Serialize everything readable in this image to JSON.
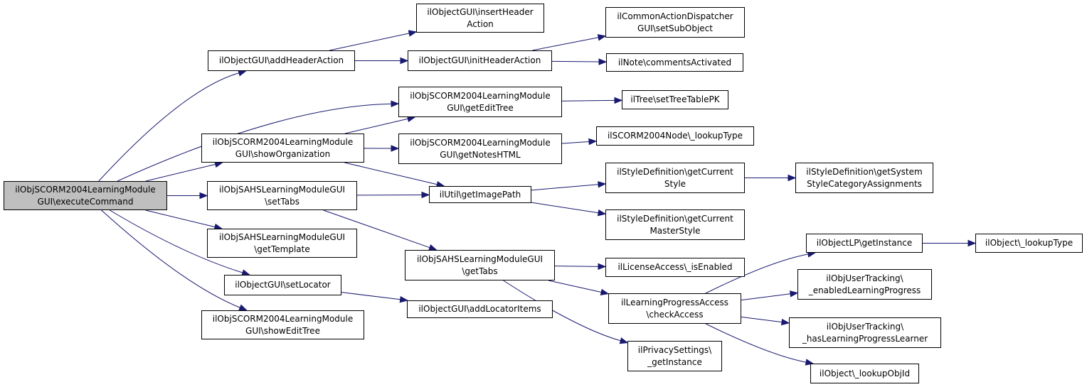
{
  "colors": {
    "edge": "#191970",
    "root_fill": "#bfbfbf",
    "node_fill": "#ffffff",
    "border": "#000000"
  },
  "nodes": {
    "root": [
      "ilObjSCORM2004LearningModule",
      "GUI\\executeCommand"
    ],
    "addHeaderAction": [
      "ilObjectGUI\\addHeaderAction"
    ],
    "showOrganization": [
      "ilObjSCORM2004LearningModule",
      "GUI\\showOrganization"
    ],
    "setTabs": [
      "ilObjSAHSLearningModuleGUI",
      "\\setTabs"
    ],
    "getTemplate": [
      "ilObjSAHSLearningModuleGUI",
      "\\getTemplate"
    ],
    "setLocator": [
      "ilObjectGUI\\setLocator"
    ],
    "showEditTree": [
      "ilObjSCORM2004LearningModule",
      "GUI\\showEditTree"
    ],
    "insertHeaderAction": [
      "ilObjectGUI\\insertHeader",
      "Action"
    ],
    "initHeaderAction": [
      "ilObjectGUI\\initHeaderAction"
    ],
    "getEditTree": [
      "ilObjSCORM2004LearningModule",
      "GUI\\getEditTree"
    ],
    "getNotesHTML": [
      "ilObjSCORM2004LearningModule",
      "GUI\\getNotesHTML"
    ],
    "getImagePath": [
      "ilUtil\\getImagePath"
    ],
    "getTabs": [
      "ilObjSAHSLearningModuleGUI",
      "\\getTabs"
    ],
    "addLocatorItems": [
      "ilObjectGUI\\addLocatorItems"
    ],
    "setSubObject": [
      "ilCommonActionDispatcher",
      "GUI\\setSubObject"
    ],
    "commentsActivated": [
      "ilNote\\commentsActivated"
    ],
    "setTreeTablePK": [
      "ilTree\\setTreeTablePK"
    ],
    "lookupTypeNode": [
      "ilSCORM2004Node\\_lookupType"
    ],
    "getCurrentStyle": [
      "ilStyleDefinition\\getCurrent",
      "Style"
    ],
    "getCurrentMasterStyle": [
      "ilStyleDefinition\\getCurrent",
      "MasterStyle"
    ],
    "getSystemStyle": [
      "ilStyleDefinition\\getSystem",
      "StyleCategoryAssignments"
    ],
    "licenseEnabled": [
      "ilLicenseAccess\\_isEnabled"
    ],
    "checkAccess": [
      "ilLearningProgressAccess",
      "\\checkAccess"
    ],
    "privacyInstance": [
      "ilPrivacySettings\\",
      "_getInstance"
    ],
    "lpGetInstance": [
      "ilObjectLP\\getInstance"
    ],
    "objLookupType": [
      "ilObject\\_lookupType"
    ],
    "enabledLP": [
      "ilObjUserTracking\\",
      "_enabledLearningProgress"
    ],
    "hasLPLearner": [
      "ilObjUserTracking\\",
      "_hasLearningProgressLearner"
    ],
    "lookupObjId": [
      "ilObject\\_lookupObjId"
    ]
  },
  "edges": [
    [
      "root",
      "addHeaderAction"
    ],
    [
      "root",
      "showOrganization"
    ],
    [
      "root",
      "setTabs"
    ],
    [
      "root",
      "getTemplate"
    ],
    [
      "root",
      "setLocator"
    ],
    [
      "root",
      "showEditTree"
    ],
    [
      "root",
      "getEditTree"
    ],
    [
      "addHeaderAction",
      "insertHeaderAction"
    ],
    [
      "addHeaderAction",
      "initHeaderAction"
    ],
    [
      "initHeaderAction",
      "setSubObject"
    ],
    [
      "initHeaderAction",
      "commentsActivated"
    ],
    [
      "showOrganization",
      "getEditTree"
    ],
    [
      "showOrganization",
      "getNotesHTML"
    ],
    [
      "showOrganization",
      "getImagePath"
    ],
    [
      "getEditTree",
      "setTreeTablePK"
    ],
    [
      "getNotesHTML",
      "lookupTypeNode"
    ],
    [
      "setTabs",
      "getImagePath"
    ],
    [
      "setTabs",
      "getTabs"
    ],
    [
      "getImagePath",
      "getCurrentStyle"
    ],
    [
      "getImagePath",
      "getCurrentMasterStyle"
    ],
    [
      "getCurrentStyle",
      "getSystemStyle"
    ],
    [
      "setLocator",
      "addLocatorItems"
    ],
    [
      "getTabs",
      "licenseEnabled"
    ],
    [
      "getTabs",
      "checkAccess"
    ],
    [
      "getTabs",
      "privacyInstance"
    ],
    [
      "checkAccess",
      "lpGetInstance"
    ],
    [
      "checkAccess",
      "enabledLP"
    ],
    [
      "checkAccess",
      "hasLPLearner"
    ],
    [
      "checkAccess",
      "lookupObjId"
    ],
    [
      "lpGetInstance",
      "objLookupType"
    ]
  ]
}
